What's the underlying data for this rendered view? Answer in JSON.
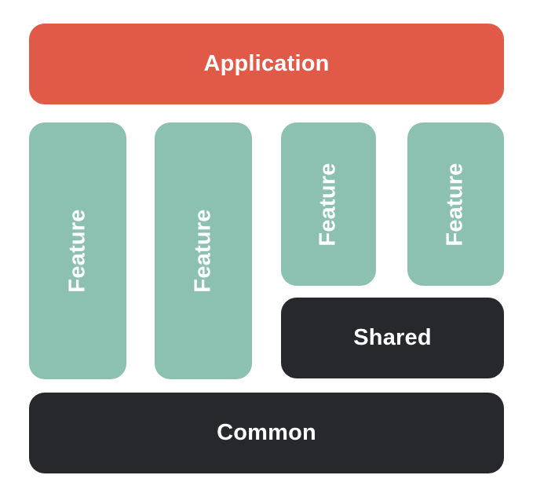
{
  "diagram": {
    "background": "#ffffff",
    "text_color": "#ffffff",
    "blocks": {
      "application": {
        "label": "Application",
        "color": "#e05a47"
      },
      "features": [
        {
          "label": "Feature",
          "color": "#8cc1b1",
          "size": "tall"
        },
        {
          "label": "Feature",
          "color": "#8cc1b1",
          "size": "tall"
        },
        {
          "label": "Feature",
          "color": "#8cc1b1",
          "size": "short"
        },
        {
          "label": "Feature",
          "color": "#8cc1b1",
          "size": "short"
        }
      ],
      "shared": {
        "label": "Shared",
        "color": "#26282b"
      },
      "common": {
        "label": "Common",
        "color": "#26282b"
      }
    }
  }
}
